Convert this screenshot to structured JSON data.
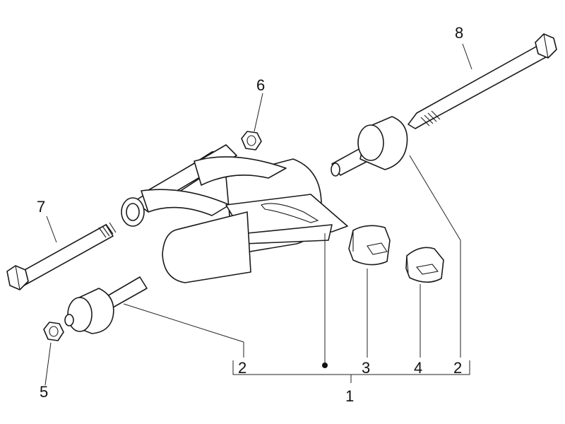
{
  "callouts": {
    "c1": "1",
    "c2_left": "2",
    "c2_right": "2",
    "c3": "3",
    "c4": "4",
    "c5": "5",
    "c6": "6",
    "c7": "7",
    "c8": "8"
  }
}
